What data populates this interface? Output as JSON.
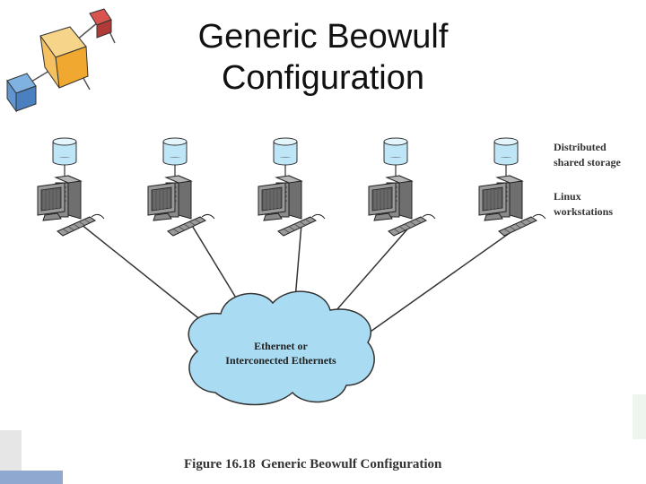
{
  "title": {
    "line1": "Generic Beowulf",
    "line2": "Configuration"
  },
  "side_labels": {
    "storage": [
      "Distributed",
      "shared storage"
    ],
    "workstations": [
      "Linux",
      "workstations"
    ]
  },
  "cloud": {
    "line1": "Ethernet or",
    "line2": "Interconected Ethernets"
  },
  "caption": {
    "figure": "Figure 16.18",
    "text": "Generic Beowulf Configuration"
  },
  "node_count": 5,
  "colors": {
    "cloud_fill": "#a9dcf3",
    "storage_fill": "#bfe6f7",
    "computer_gray": "#8a8a8a",
    "line": "#333333"
  },
  "icons": [
    "storage-cylinder-icon",
    "workstation-computer-icon",
    "keyboard-icon",
    "network-cloud-icon",
    "decorative-cubes-icon"
  ]
}
